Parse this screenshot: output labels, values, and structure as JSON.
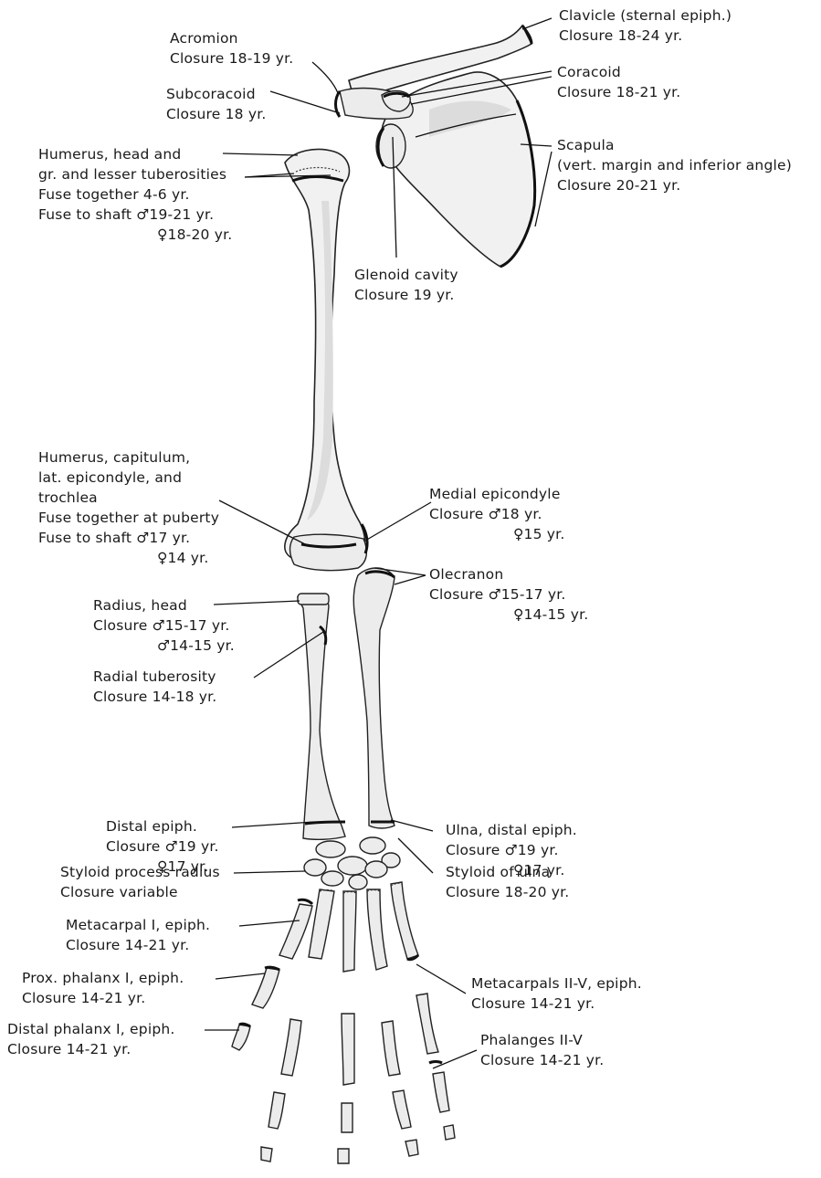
{
  "labels": {
    "clavicle": [
      "Clavicle (sternal epiph.)",
      "Closure 18-24 yr."
    ],
    "acromion": [
      "Acromion",
      "Closure 18-19 yr."
    ],
    "coracoid": [
      "Coracoid",
      "Closure 18-21 yr."
    ],
    "subcoracoid": [
      "Subcoracoid",
      "Closure 18 yr."
    ],
    "scapula": [
      "Scapula",
      "(vert. margin and inferior angle)",
      "Closure 20-21 yr."
    ],
    "humerus_head": [
      "Humerus, head and",
      "gr. and lesser tuberosities",
      "Fuse together 4-6 yr.",
      "Fuse to shaft ♂19-21 yr.",
      "♀18-20 yr."
    ],
    "glenoid": [
      "Glenoid cavity",
      "Closure 19 yr."
    ],
    "humerus_distal": [
      "Humerus, capitulum,",
      "lat. epicondyle, and",
      "trochlea",
      "Fuse together at puberty",
      "Fuse to shaft ♂17 yr.",
      "♀14 yr."
    ],
    "medial_epicondyle": [
      "Medial epicondyle",
      "Closure ♂18 yr.",
      "♀15 yr."
    ],
    "olecranon": [
      "Olecranon",
      "Closure ♂15-17 yr.",
      "♀14-15 yr."
    ],
    "radius_head": [
      "Radius, head",
      "Closure ♂15-17 yr.",
      "♂14-15 yr."
    ],
    "radial_tuberosity": [
      "Radial tuberosity",
      "Closure 14-18 yr."
    ],
    "distal_epiph": [
      "Distal epiph.",
      "Closure ♂19 yr.",
      "♀17 yr."
    ],
    "ulna_distal": [
      "Ulna, distal epiph.",
      "Closure ♂19 yr.",
      "♀17 yr."
    ],
    "styloid_radius": [
      "Styloid process radius",
      "Closure variable"
    ],
    "styloid_ulna": [
      "Styloid of ulna",
      "Closure 18-20 yr."
    ],
    "metacarpal_1": [
      "Metacarpal I, epiph.",
      "Closure 14-21 yr."
    ],
    "prox_phalanx_1": [
      "Prox. phalanx I, epiph.",
      "Closure 14-21 yr."
    ],
    "metacarpals_2_5": [
      "Metacarpals II-V, epiph.",
      "Closure 14-21 yr."
    ],
    "distal_phalanx_1": [
      "Distal phalanx I, epiph.",
      "Closure 14-21 yr."
    ],
    "phalanges_2_5": [
      "Phalanges II-V",
      "Closure 14-21 yr."
    ]
  }
}
